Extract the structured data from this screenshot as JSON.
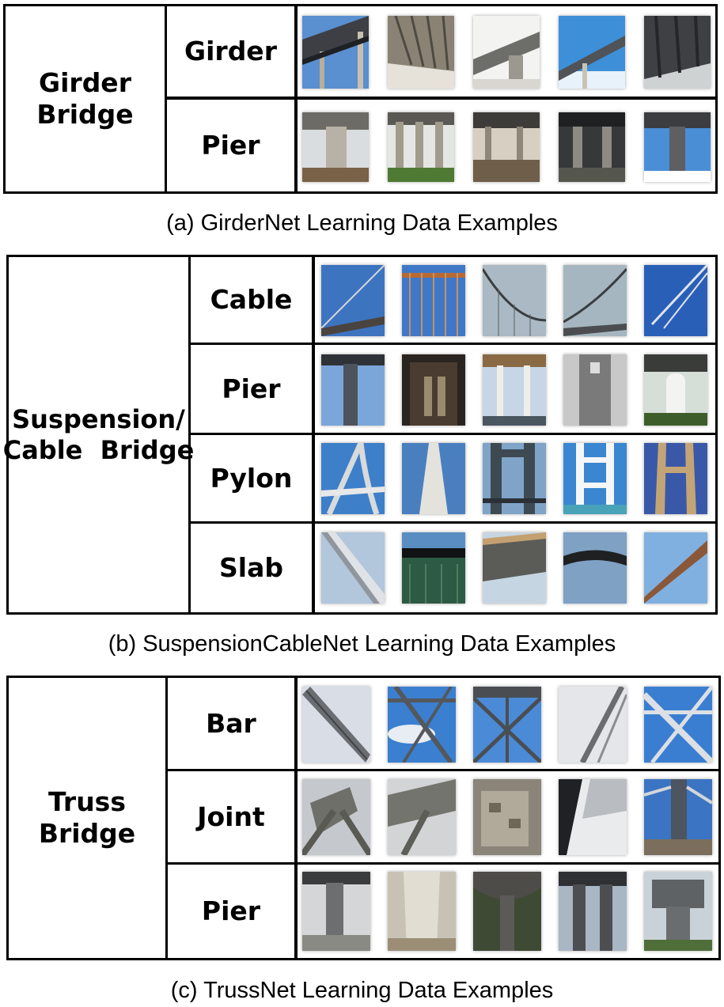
{
  "panels": [
    {
      "bridge": [
        "Girder",
        "Bridge"
      ],
      "caption": "(a) GirderNet Learning Data Examples",
      "parts": [
        {
          "label": "Girder",
          "thumbs": [
            "girder-underside",
            "girder-ribs",
            "girder-side",
            "girder-sky",
            "girder-dark"
          ]
        },
        {
          "label": "Pier",
          "thumbs": [
            "pier-block",
            "pier-columns",
            "pier-multi",
            "pier-dark",
            "pier-sky"
          ]
        }
      ]
    },
    {
      "bridge": [
        "Suspension/",
        "Cable  Bridge"
      ],
      "caption": "(b) SuspensionCableNet Learning Data Examples",
      "parts": [
        {
          "label": "Cable",
          "thumbs": [
            "cable-diag",
            "cable-vert",
            "cable-curve",
            "cable-curve2",
            "cable-blue"
          ]
        },
        {
          "label": "Pier",
          "thumbs": [
            "pier-tall",
            "pier-dark",
            "pier-two",
            "pier-gray",
            "pier-round"
          ]
        },
        {
          "label": "Pylon",
          "thumbs": [
            "pylon-a",
            "pylon-tall",
            "pylon-frame",
            "pylon-white",
            "pylon-tan"
          ]
        },
        {
          "label": "Slab",
          "thumbs": [
            "slab-diag",
            "slab-edge",
            "slab-under",
            "slab-arc",
            "slab-rust"
          ]
        }
      ]
    },
    {
      "bridge": [
        "Truss",
        "Bridge"
      ],
      "caption": "(c) TrussNet Learning Data Examples",
      "parts": [
        {
          "label": "Bar",
          "thumbs": [
            "bar-diag",
            "bar-cross",
            "bar-lattice",
            "bar-pale",
            "bar-web"
          ]
        },
        {
          "label": "Joint",
          "thumbs": [
            "joint-gusset",
            "joint-brace",
            "joint-rusty",
            "joint-plate",
            "joint-column"
          ]
        },
        {
          "label": "Pier",
          "thumbs": [
            "pier-street",
            "pier-concrete",
            "pier-hammer",
            "pier-twin",
            "pier-cap"
          ]
        }
      ]
    }
  ]
}
